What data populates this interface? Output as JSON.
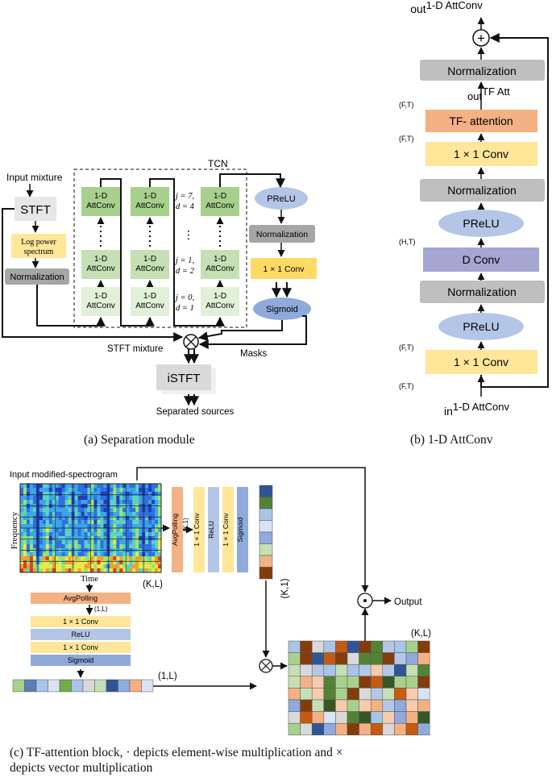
{
  "module_a": {
    "input_mixture": "Input mixture",
    "stft": "STFT",
    "log_power_1": "Log power",
    "log_power_2": "spectrum",
    "normalization": "Normalization",
    "tcn": "TCN",
    "block_line1": "1-D",
    "block_line2": "AttConv",
    "j7": "j = 7,",
    "d4": "d = 4",
    "j1": "j = 1,",
    "d2": "d = 2",
    "j0": "j = 0,",
    "d1": "d = 1",
    "prelu": "PReLU",
    "norm2": "Normalization",
    "conv": "1 × 1 Conv",
    "sigmoid": "Sigmoid",
    "stft_mixture": "STFT mixture",
    "masks": "Masks",
    "istft": "iSTFT",
    "separated": "Separated sources",
    "caption": "(a) Separation module"
  },
  "module_b": {
    "out_label": "out",
    "out_sup": "1-D AttConv",
    "plus": "+",
    "norm_top": "Normalization",
    "outtf_label": "out",
    "outtf_sup": "TF Att",
    "tf_attention": "TF- attention",
    "conv_top": "1 × 1 Conv",
    "norm_mid": "Normalization",
    "prelu_top": "PReLU",
    "dconv": "D Conv",
    "norm_low": "Normalization",
    "prelu_low": "PReLU",
    "conv_low": "1 × 1 Conv",
    "in_label": "in",
    "in_sup": "1-D AttConv",
    "dim_ft": "(F,T)",
    "dim_ht": "(H,T)",
    "caption": "(b) 1-D AttConv"
  },
  "module_c": {
    "input_title": "Input modified-spectrogram",
    "frequency": "Frequency",
    "time": "Time",
    "kl": "(K,L)",
    "avgpool": "AvgPolling",
    "conv": "1 × 1 Conv",
    "relu": "ReLU",
    "sigmoid": "Sigmoid",
    "k1": "(K,1)",
    "one_l": "(1,L)",
    "dot": "⊙",
    "output": "Output",
    "kl_right": "(K,L)",
    "caption_line1": "(c) TF-attention block, · depicts element-wise multiplication and ×",
    "caption_line2": "depicts vector multiplication"
  },
  "colors": {
    "green_dark": "#a7d08c",
    "green_light": "#e2efd9",
    "blue_oval": "#b4c6e7",
    "sigmoid_oval": "#8eaadb",
    "grey_box": "#bfbfbf",
    "yellow_box": "#ffe699",
    "orange_box": "#f4b183",
    "purple_box": "#a6a6d2"
  }
}
